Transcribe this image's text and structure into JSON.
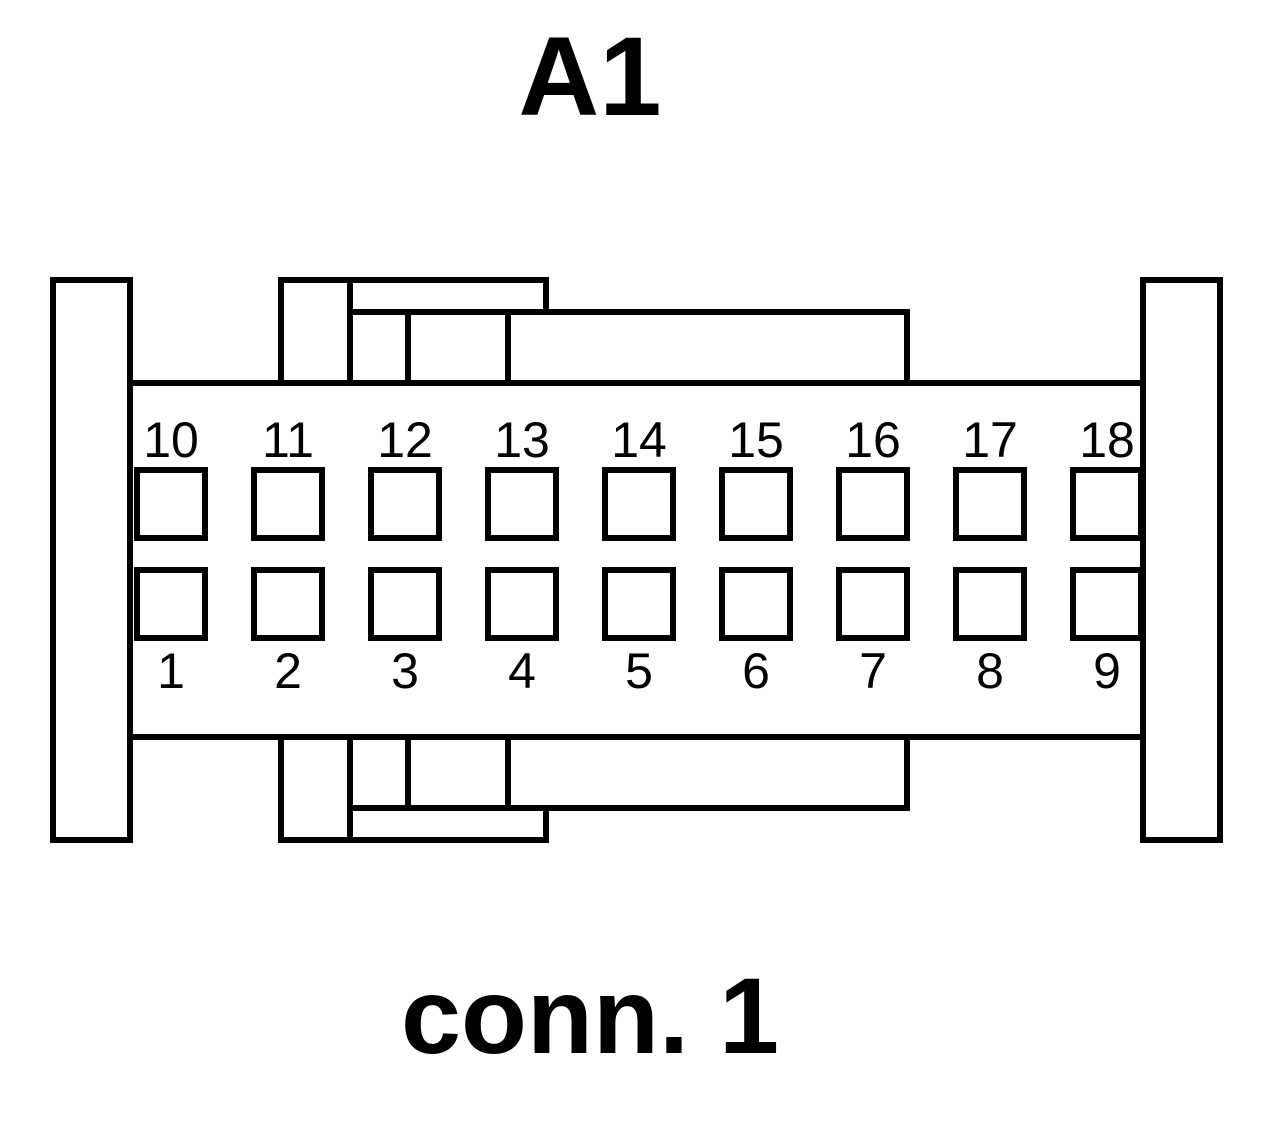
{
  "connector": {
    "designator": "A1",
    "name": "conn. 1",
    "top_row_pins": [
      "10",
      "11",
      "12",
      "13",
      "14",
      "15",
      "16",
      "17",
      "18"
    ],
    "bottom_row_pins": [
      "1",
      "2",
      "3",
      "4",
      "5",
      "6",
      "7",
      "8",
      "9"
    ]
  },
  "colors": {
    "stroke": "#000000",
    "background": "#ffffff"
  }
}
